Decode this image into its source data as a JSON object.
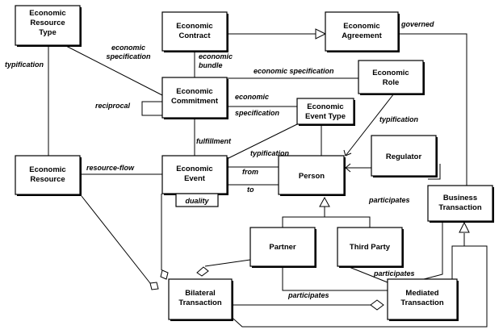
{
  "nodes": {
    "economic_resource_type": [
      "Economic",
      "Resource",
      "Type"
    ],
    "economic_contract": [
      "Economic",
      "Contract"
    ],
    "economic_agreement": [
      "Economic",
      "Agreement"
    ],
    "economic_commitment": [
      "Economic",
      "Commitment"
    ],
    "economic_role": [
      "Economic",
      "Role"
    ],
    "economic_event_type": [
      "Economic",
      "Event Type"
    ],
    "economic_resource": [
      "Economic",
      "Resource"
    ],
    "economic_event": [
      "Economic",
      "Event"
    ],
    "person": [
      "Person"
    ],
    "regulator": [
      "Regulator"
    ],
    "business_transaction": [
      "Business",
      "Transaction"
    ],
    "partner": [
      "Partner"
    ],
    "third_party": [
      "Third Party"
    ],
    "bilateral_transaction": [
      "Bilateral",
      "Transaction"
    ],
    "mediated_transaction": [
      "Mediated",
      "Transaction"
    ],
    "duality": [
      "duality"
    ]
  },
  "edge_labels": {
    "governed": "governed",
    "typification_left": "typification",
    "economic_specification_top": [
      "economic",
      "specification"
    ],
    "economic_bundle": [
      "economic",
      "bundle"
    ],
    "economic_specification_role": "economic specification",
    "reciprocal": "reciprocal",
    "economic_specification_event_type": [
      "economic",
      "specification"
    ],
    "typification_role": "typification",
    "fulfillment": "fulfillment",
    "typification_event": "typification",
    "resource_flow": "resource-flow",
    "from": "from",
    "to": "to",
    "participates_regulator": "participates",
    "participates_third_party": "participates",
    "participates_partner": "participates"
  }
}
